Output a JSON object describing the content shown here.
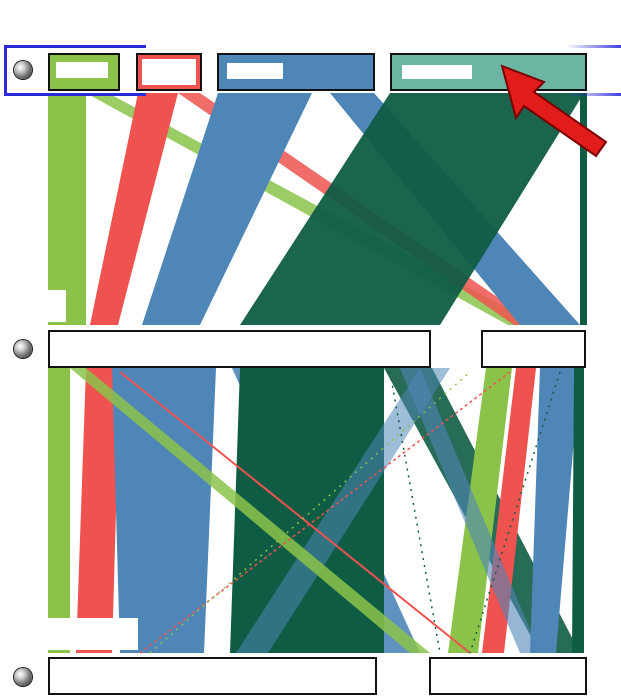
{
  "colors": {
    "green": "#8bc34a",
    "red": "#ef5350",
    "blue": "#4f86b8",
    "teal": "#6bb6a3",
    "dark": "#0f5c44",
    "selection": "#2a2ad8",
    "arrow": "#e21b1b"
  },
  "rows": [
    {
      "id": "row-1",
      "nodes": [
        "green",
        "red",
        "blue",
        "teal"
      ],
      "selected": true
    },
    {
      "id": "row-2",
      "nodes": [
        "wide",
        "narrow"
      ],
      "selected": false
    },
    {
      "id": "row-3",
      "nodes": [
        "wide",
        "narrow"
      ],
      "selected": false
    }
  ],
  "annotation": {
    "icon": "red-arrow-icon"
  }
}
